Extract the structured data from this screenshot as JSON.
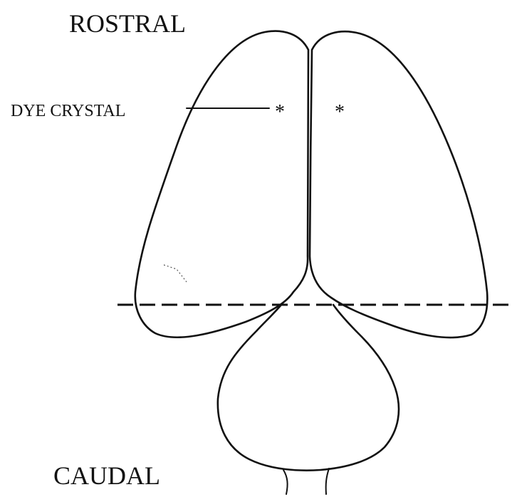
{
  "labels": {
    "rostral": "ROSTRAL",
    "caudal": "CAUDAL",
    "dye_crystal": "DYE CRYSTAL"
  },
  "markers": {
    "left": "*",
    "right": "*"
  },
  "colors": {
    "ink": "#111111",
    "background": "#ffffff"
  }
}
